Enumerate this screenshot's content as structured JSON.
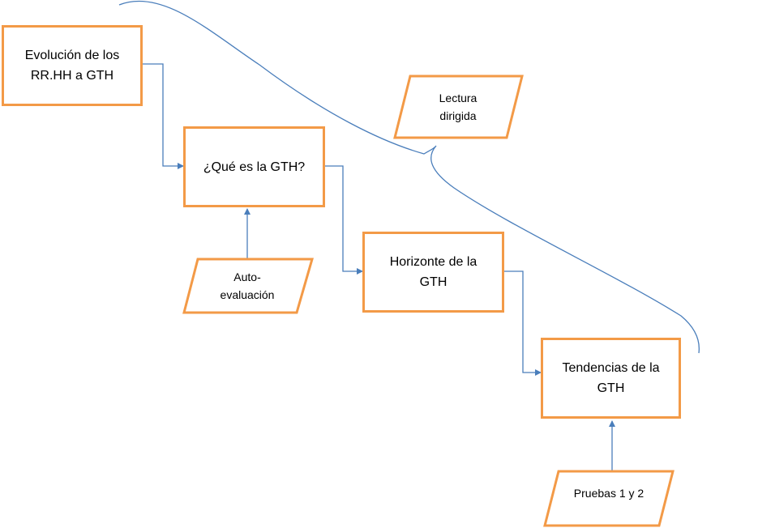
{
  "diagram": {
    "colors": {
      "box_border": "#F39A47",
      "connector": "#4A7EBB",
      "brace": "#4A7EBB"
    },
    "boxes": {
      "evolucion": "Evolución de los RR.HH a GTH",
      "que_es": "¿Qué es la GTH?",
      "horizonte": "Horizonte de la GTH",
      "tendencias": "Tendencias de la GTH"
    },
    "parallelograms": {
      "lectura": "Lectura dirigida",
      "autoevaluacion": "Auto-evaluación",
      "pruebas": "Pruebas 1 y 2"
    }
  }
}
